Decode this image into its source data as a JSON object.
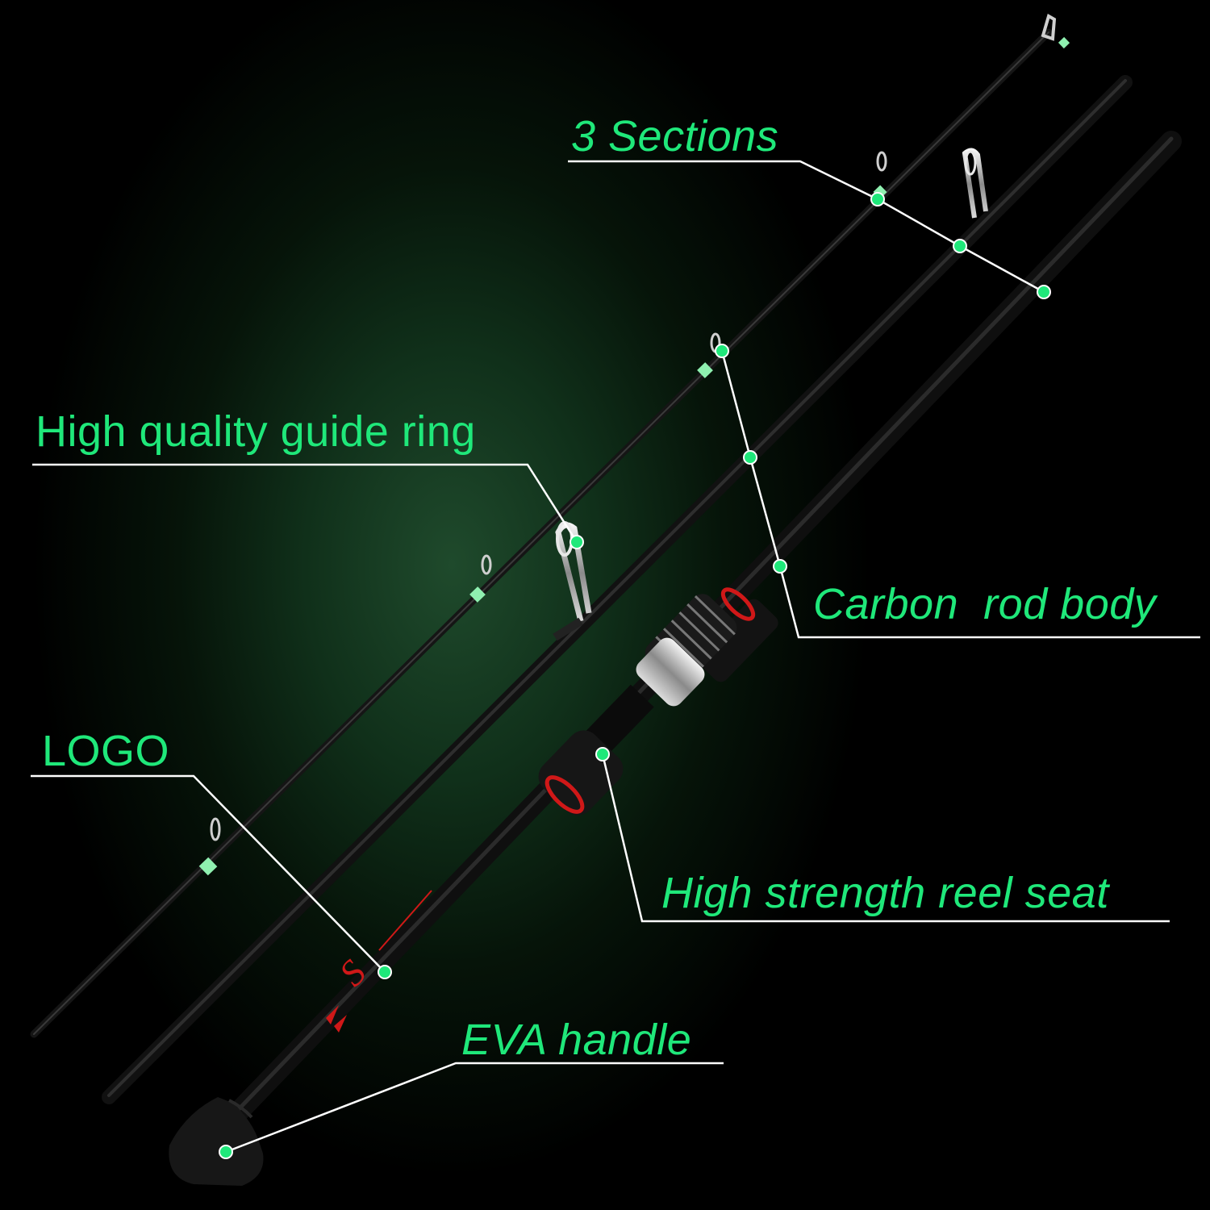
{
  "callouts": {
    "sections": "3 Sections",
    "guide_ring": "High quality guide ring",
    "carbon_body": "Carbon  rod body",
    "logo": "LOGO",
    "reel_seat": "High strength reel seat",
    "eva_handle": "EVA handle"
  },
  "colors": {
    "accent": "#1fe87a",
    "leader_line": "#ffffff",
    "rod": "#111111",
    "reel_seat_trim": "#d01818",
    "logo_red": "#d01818"
  }
}
